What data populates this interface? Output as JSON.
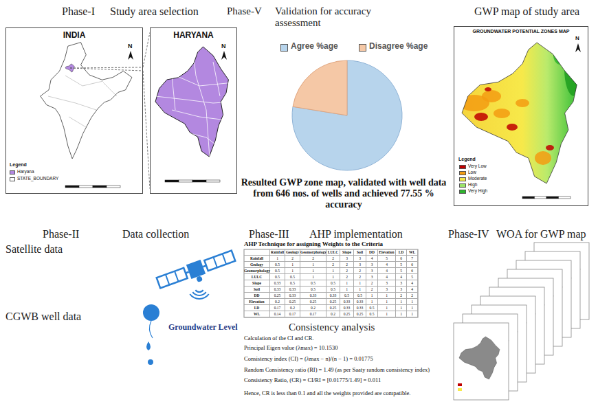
{
  "diagram": {
    "nodes": [
      {
        "text": [
          "INDIA"
        ]
      },
      {
        "text": [
          "HARYANA"
        ]
      },
      {
        "text": [
          "GROUNDWATER POTENTIAL ZONES MAP"
        ]
      }
    ],
    "edges": [
      {
        "from": 0,
        "to": 1,
        "arrow": "none"
      },
      {
        "from": 0,
        "to": 1,
        "arrow": "none"
      }
    ],
    "labels": [
      "Phase-I",
      "Study area selection",
      "N",
      "N",
      "Legend",
      "Phase-V",
      "Validation for accuracy assessment",
      "GWP map of study area",
      "N",
      "Legend",
      "Resulted GWP zone map, validated with well data from 646 nos. of wells and achieved 77.55 % accuracy",
      "Phase-II",
      "Data collection",
      "Satellite data",
      "CGWB well data",
      "Groundwater Level",
      "Phase-III",
      "AHP implementation",
      "AHP Technique for assigning Weights to the Criteria",
      "Rainfall",
      "Geology",
      "Geomorphology",
      "LULC",
      "Slope",
      "Soil",
      "DD",
      "Elevation",
      "LD",
      "WL",
      "Rainfall",
      "1",
      "2",
      "2",
      "2",
      "3",
      "3",
      "4",
      "5",
      "6",
      "7",
      "Geology",
      "0.5",
      "1",
      "1",
      "2",
      "2",
      "3",
      "3",
      "4",
      "5",
      "6",
      "Geomorphology",
      "0.5",
      "1",
      "1",
      "1",
      "2",
      "2",
      "3",
      "4",
      "5",
      "6",
      "LULC",
      "0.5",
      "0.5",
      "1",
      "1",
      "2",
      "2",
      "3",
      "4",
      "4",
      "5",
      "Slope",
      "0.33",
      "0.5",
      "0.5",
      "0.5",
      "1",
      "1",
      "2",
      "3",
      "3",
      "4",
      "Soil",
      "0.33",
      "0.33",
      "0.5",
      "0.5",
      "1",
      "1",
      "2",
      "3",
      "3",
      "4",
      "DD",
      "0.25",
      "0.33",
      "0.33",
      "0.33",
      "0.5",
      "0.5",
      "1",
      "1",
      "2",
      "2",
      "Elevation",
      "0.2",
      "0.25",
      "0.25",
      "0.25",
      "0.33",
      "0.33",
      "1",
      "1",
      "1",
      "1",
      "LD",
      "0.17",
      "0.2",
      "0.2",
      "0.25",
      "0.33",
      "0.33",
      "0.5",
      "1",
      "1",
      "1",
      "WL",
      "0.14",
      "0.17",
      "0.17",
      "0.2",
      "0.25",
      "0.25",
      "0.5",
      "1",
      "1",
      "1",
      "Consistency analysis",
      "Calculation of the CI and CR.",
      "Principal Eigen value (λmax) = 10.1530",
      "Consistency index (CI) = (λmax − n)/(n − 1) = 0.01775",
      "Random Consistency ratio (RI) = 1.49 (as per Saaty random consistency index)",
      "Consistency Ratio, (CR) = CI/RI = [0.01775/1.49] = 0.011",
      "Hence, CR is less than 0.1 and all the weights provided are compatible.",
      "Phase-IV",
      "WOA for GWP map"
    ],
    "legend": [
      {
        "text": "Haryana",
        "color": "#b388e0"
      },
      {
        "text": "STATE_BOUNDARY",
        "color": "#ffffff"
      },
      {
        "text": "Agree %age",
        "color": "#b7d4ec"
      },
      {
        "text": "Disagree %age",
        "color": "#f5c8a6"
      },
      {
        "text": "Very Low",
        "color": "#c00000"
      },
      {
        "text": "Low",
        "color": "#f39c12"
      },
      {
        "text": "Moderate",
        "color": "#f7e94a"
      },
      {
        "text": "High",
        "color": "#9be36a"
      },
      {
        "text": "Very High",
        "color": "#2db52d"
      }
    ]
  }
}
